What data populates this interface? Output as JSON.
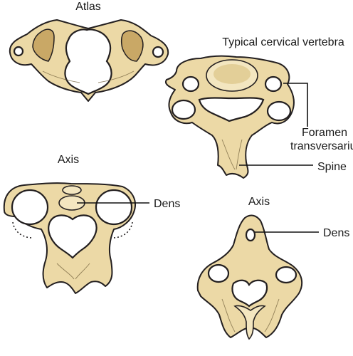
{
  "labels": {
    "atlas": "Atlas",
    "typical": "Typical cervical vertebra",
    "foramen_line1": "Foramen",
    "foramen_line2": "transversarium",
    "spine": "Spine",
    "axis_left": "Axis",
    "dens_left": "Dens",
    "axis_right": "Axis",
    "dens_right": "Dens"
  },
  "colors": {
    "bone": "#ecd9a6",
    "outline": "#231f20",
    "facet": "#c9a866"
  }
}
